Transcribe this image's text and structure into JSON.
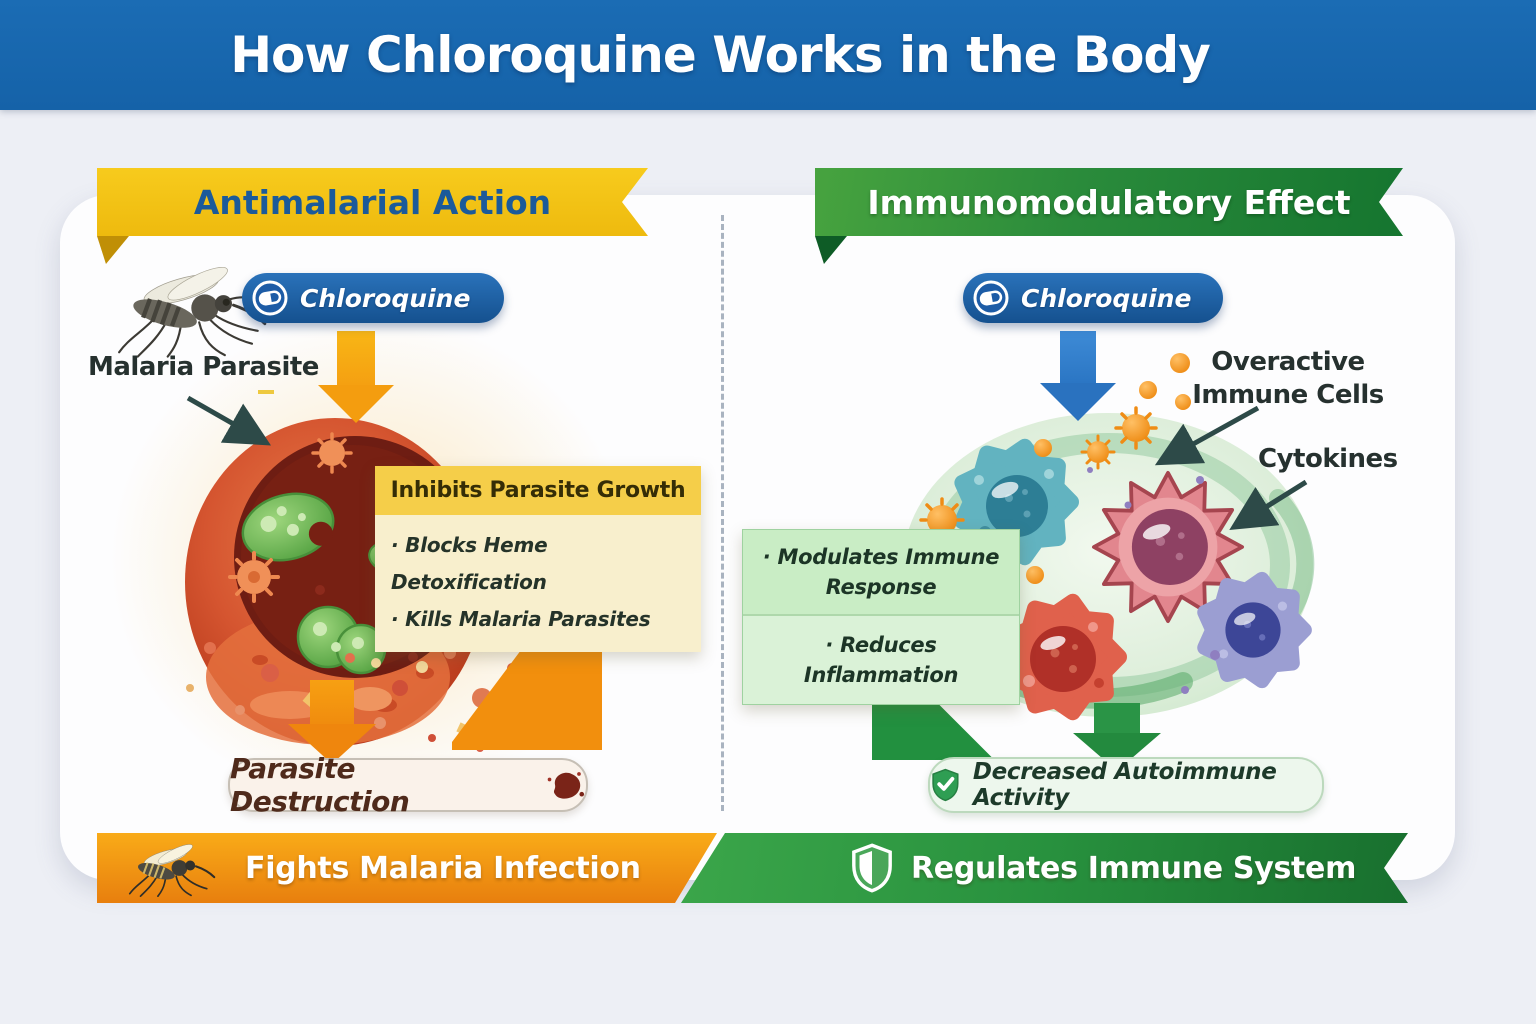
{
  "page": {
    "background": "#edeff5",
    "card_bg": "#fdfdfe"
  },
  "header": {
    "title": "How Chloroquine Works in the Body",
    "bg_color": "#1766ae"
  },
  "left_panel": {
    "ribbon_label": "Antimalarial Action",
    "drug_badge_label": "Chloroquine",
    "parasite_label": "Malaria Parasite",
    "info_box": {
      "title": "Inhibits Parasite Growth",
      "bullets": [
        "· Blocks Heme Detoxification",
        "· Kills Malaria Parasites"
      ]
    },
    "outcome_label": "Parasite Destruction",
    "footer_label": "Fights Malaria Infection",
    "accent_yellow": "#f3c516",
    "accent_orange": "#f08c0e"
  },
  "right_panel": {
    "ribbon_label": "Immunomodulatory Effect",
    "drug_badge_label": "Chloroquine",
    "overactive_label_line1": "Overactive",
    "overactive_label_line2": "Immune Cells",
    "cytokines_label": "Cytokines",
    "info_box": {
      "bullets": [
        "· Modulates Immune Response",
        "· Reduces Inflammation"
      ]
    },
    "outcome_label": "Decreased Autoimmune Activity",
    "footer_label": "Regulates Immune System",
    "accent_green": "#2e9447",
    "accent_blue": "#2f7ccb"
  },
  "icons": {
    "drug": "capsule-icon",
    "left_outcome": "parasite-debris-icon",
    "right_outcome": "shield-check-icon",
    "footer_left": "mosquito-icon",
    "footer_right": "shield-icon"
  }
}
